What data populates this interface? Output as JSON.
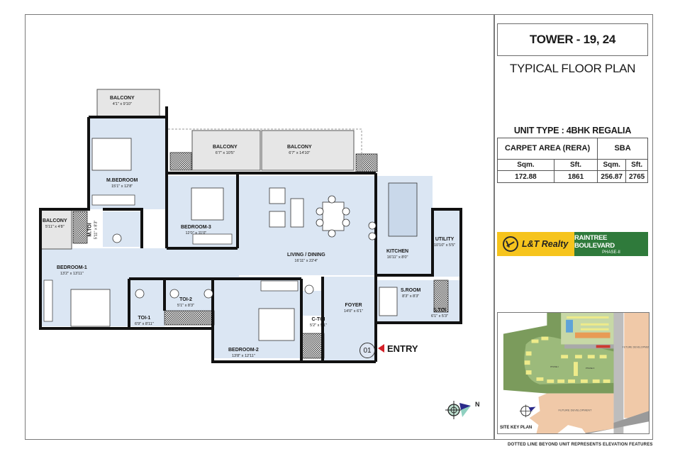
{
  "header": {
    "tower": "TOWER - 19, 24",
    "plan_type": "TYPICAL FLOOR PLAN"
  },
  "unit": {
    "type_label": "UNIT TYPE : 4BHK REGALIA",
    "table": {
      "headers": [
        "CARPET AREA (RERA)",
        "SBA"
      ],
      "subheaders": [
        "Sqm.",
        "Sft.",
        "Sqm.",
        "Sft."
      ],
      "values": [
        "172.88",
        "1861",
        "256.87",
        "2765"
      ]
    }
  },
  "branding": {
    "developer": "L&T Realty",
    "project": "RAINTREE BOULEVARD",
    "phase": "PHASE-II",
    "colors": {
      "yellow": "#f6c41d",
      "green": "#2f7a3b"
    }
  },
  "site_plan": {
    "label": "SITE KEY PLAN",
    "zones": [
      "PHASE I",
      "PHASE II",
      "FUTURE DEVELOPMENT",
      "FUTURE DEVELOPMENT"
    ]
  },
  "footer_note": "DOTTED LINE BEYOND UNIT REPRESENTS ELEVATION FEATURES",
  "entry": {
    "label": "ENTRY",
    "unit_number": "01"
  },
  "rooms": [
    {
      "id": "balcony-top-left",
      "name": "BALCONY",
      "dim": "4'1\" x 9'10\""
    },
    {
      "id": "m-bedroom",
      "name": "M.BEDROOM",
      "dim": "15'1\" x 12'8\""
    },
    {
      "id": "balcony-mid-1",
      "name": "BALCONY",
      "dim": "6'7\" x 10'5\""
    },
    {
      "id": "balcony-mid-2",
      "name": "BALCONY",
      "dim": "6'7\" x 14'10\""
    },
    {
      "id": "bedroom-3",
      "name": "BEDROOM-3",
      "dim": "12'0\" x 11'0\""
    },
    {
      "id": "balcony-left",
      "name": "BALCONY",
      "dim": "5'11\" x 4'8\""
    },
    {
      "id": "m-toi",
      "name": "M.TOI",
      "dim": "5'11\" x 8'3\""
    },
    {
      "id": "living-dining",
      "name": "LIVING / DINING",
      "dim": "16'11\" x 22'4\""
    },
    {
      "id": "kitchen",
      "name": "KITCHEN",
      "dim": "16'11\" x 8'0\""
    },
    {
      "id": "utility",
      "name": "UTILITY",
      "dim": "10'10\" x 5'5\""
    },
    {
      "id": "bedroom-1",
      "name": "BEDROOM-1",
      "dim": "13'2\" x 13'11\""
    },
    {
      "id": "toi-1",
      "name": "TOI-1",
      "dim": "6'9\" x 8'11\""
    },
    {
      "id": "toi-2",
      "name": "TOI-2",
      "dim": "5'1\" x 8'3\""
    },
    {
      "id": "bedroom-2",
      "name": "BEDROOM-2",
      "dim": "13'8\" x 12'11\""
    },
    {
      "id": "c-toi",
      "name": "C-TOI",
      "dim": "5'2\" x 5'1\""
    },
    {
      "id": "foyer",
      "name": "FOYER",
      "dim": "14'0\" x 6'1\""
    },
    {
      "id": "s-room",
      "name": "S.ROOM",
      "dim": "8'3\" x 8'3\""
    },
    {
      "id": "s-toi",
      "name": "S.TOI",
      "dim": "6'1\" x 5'3\""
    }
  ],
  "shaft_label": "SHAFT",
  "compass": {
    "north": "N"
  }
}
